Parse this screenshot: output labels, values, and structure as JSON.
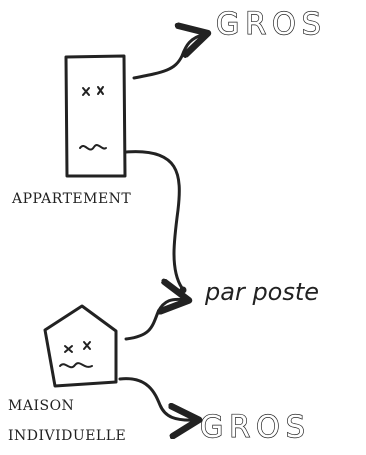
{
  "labels": {
    "top_output": "GROS",
    "apartment": "APPARTEMENT",
    "middle_output": "par poste",
    "house_line1": "MAISON",
    "house_line2": "INDIVIDUELLE",
    "bottom_output": "GROS"
  },
  "colors": {
    "ink": "#222222",
    "background": "#ffffff"
  },
  "icons": {
    "apartment": "apartment-building-icon",
    "house": "house-icon"
  }
}
